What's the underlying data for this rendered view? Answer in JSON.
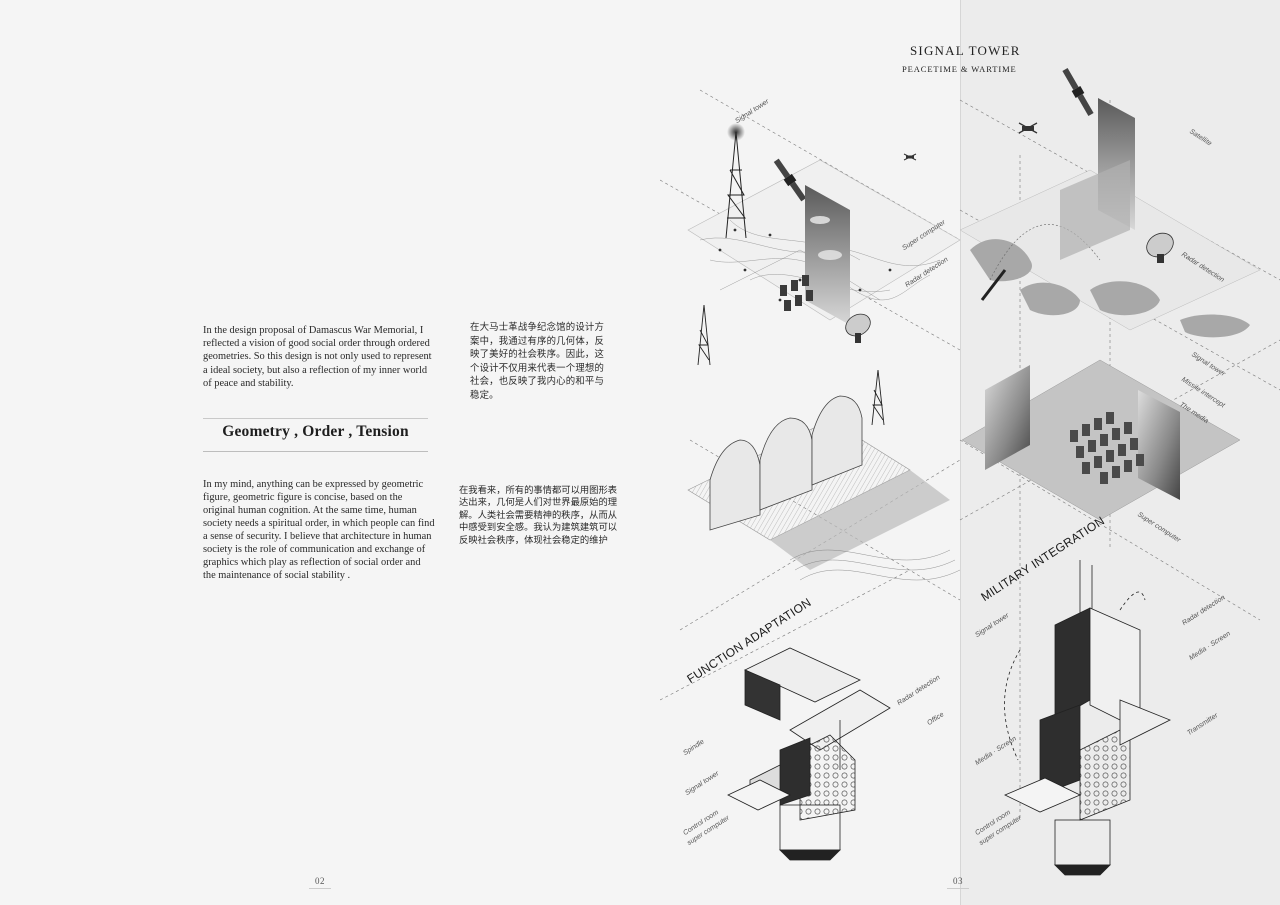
{
  "left_page": {
    "intro_en": "In the design proposal of Damascus War Memorial, I reflected a vision of good social order through ordered geometries. So this design is not only used to represent a ideal society, but also a reflection of my inner world of peace and stability.",
    "intro_zh": "在大马士革战争纪念馆的设计方案中，我通过有序的几何体，反映了美好的社会秩序。因此，这个设计不仅用来代表一个理想的社会，也反映了我内心的和平与稳定。",
    "section_heading": "Geometry , Order , Tension",
    "body_en": "In my mind, anything can be expressed by geometric figure, geometric figure is concise, based on the original human cognition. At the same time, human society needs a spiritual order, in which people can find a sense of security. I believe that architecture in human society is the role of communication and exchange of graphics which play as reflection of social order and the maintenance of social stability .",
    "body_zh": "在我看来，所有的事情都可以用图形表达出来，几何是人们对世界最原始的理解。人类社会需要精神的秩序，从而从中感受到安全感。我认为建筑建筑可以反映社会秩序，体现社会稳定的维护",
    "page_number": "02"
  },
  "right_page": {
    "title": "SIGNAL TOWER",
    "subtitle": "PEACETIME  &  WARTIME",
    "page_number": "03",
    "sections": {
      "function_adaptation": "FUNCTION ADAPTATION",
      "military_integration": "MILITARY INTEGRATION"
    },
    "peacetime_labels": {
      "signal_tower": "Signal tower",
      "super_computer": "Super computer",
      "radar_detection": "Radar detection"
    },
    "wartime_labels": {
      "satellite": "Satellite",
      "radar_detection": "Radar detection",
      "signal_tower": "Signal tower",
      "missile_intercept": "Missile intercept",
      "the_media": "The media",
      "super_computer": "Super computer"
    },
    "function_adaptation_labels": {
      "spindle": "Spindle",
      "signal_tower": "Signal tower",
      "control_room": "Control room",
      "super_computer": "super computer",
      "radar_detection": "Radar detection",
      "office": "Office"
    },
    "military_integration_labels": {
      "signal_tower": "Signal tower",
      "radar_detection": "Radar detection",
      "media_screen_top": "Media · Screen",
      "media_screen_left": "Media · Screen",
      "transmitter": "Transmitter",
      "control_room": "Control room",
      "super_computer": "super computer"
    }
  }
}
